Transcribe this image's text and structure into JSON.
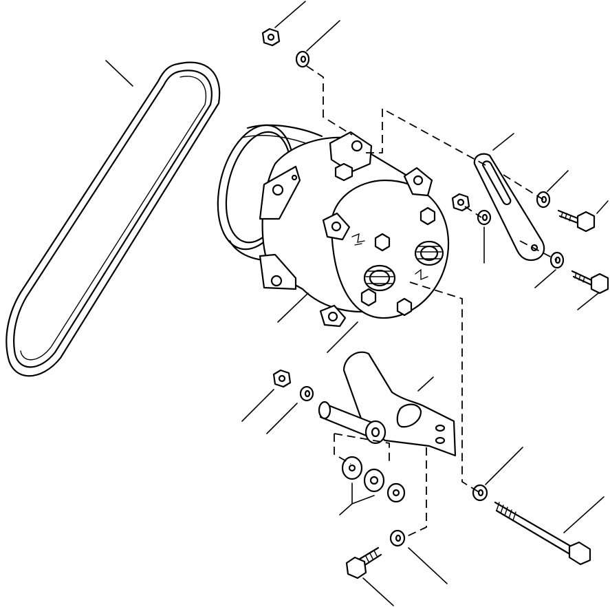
{
  "diagram": {
    "parts": [
      "drive-belt",
      "compressor",
      "compressor-pulley",
      "compressor-mounting-bracket",
      "adjusting-strap",
      "hex-nut",
      "lock-washer",
      "flat-washer",
      "spacer",
      "cap-screw",
      "long-bolt"
    ],
    "colors": {
      "line": "#000000",
      "background": "#ffffff"
    }
  }
}
